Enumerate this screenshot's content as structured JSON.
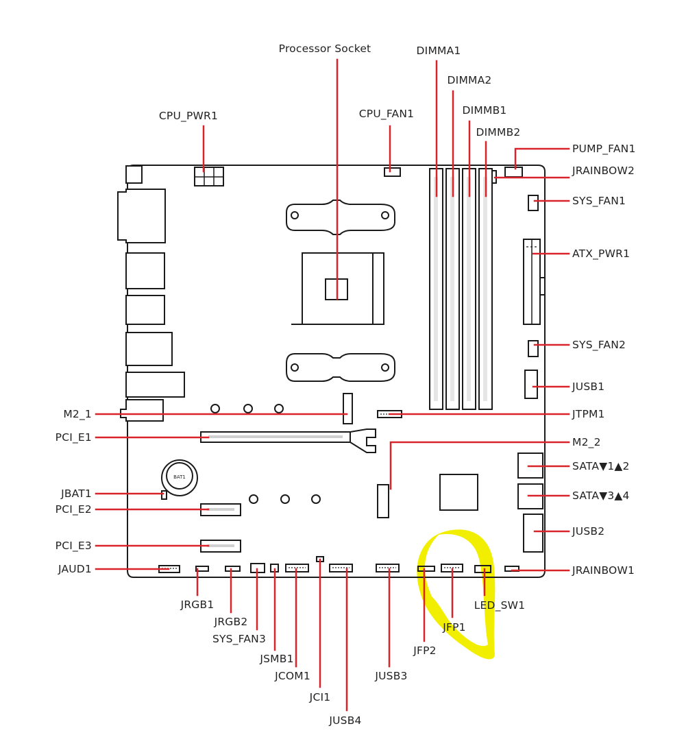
{
  "labels": {
    "processor_socket": "Processor Socket",
    "dimma1": "DIMMA1",
    "dimma2": "DIMMA2",
    "dimmb1": "DIMMB1",
    "dimmb2": "DIMMB2",
    "cpu_pwr1": "CPU_PWR1",
    "cpu_fan1": "CPU_FAN1",
    "pump_fan1": "PUMP_FAN1",
    "jrainbow2": "JRAINBOW2",
    "sys_fan1": "SYS_FAN1",
    "atx_pwr1": "ATX_PWR1",
    "sys_fan2": "SYS_FAN2",
    "jusb1": "JUSB1",
    "jtpm1": "JTPM1",
    "m2_2": "M2_2",
    "sata12": "SATA▼1▲2",
    "sata34": "SATA▼3▲4",
    "jusb2": "JUSB2",
    "jrainbow1": "JRAINBOW1",
    "m2_1": "M2_1",
    "pci_e1": "PCI_E1",
    "jbat1": "JBAT1",
    "pci_e2": "PCI_E2",
    "pci_e3": "PCI_E3",
    "jaud1": "JAUD1",
    "jrgb1": "JRGB1",
    "jrgb2": "JRGB2",
    "sys_fan3": "SYS_FAN3",
    "jsmb1": "JSMB1",
    "jcom1": "JCOM1",
    "jci1": "JCI1",
    "jusb4": "JUSB4",
    "jusb3": "JUSB3",
    "jfp2": "JFP2",
    "jfp1": "JFP1",
    "led_sw1": "LED_SW1",
    "bat_text": "BAT1"
  },
  "colors": {
    "leader": "#d9232a",
    "outline": "#1a1a1a",
    "highlight": "#f2ee00"
  }
}
